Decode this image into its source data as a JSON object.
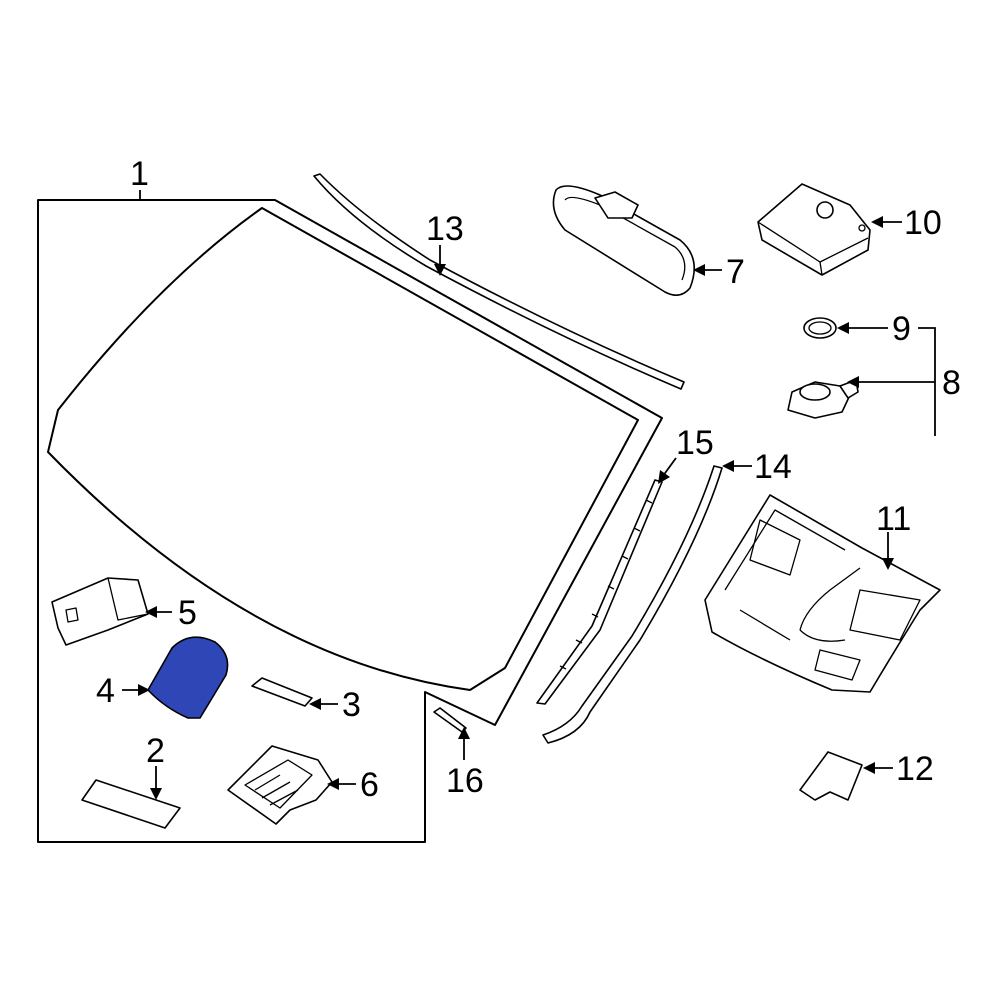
{
  "diagram": {
    "highlight_color": "#2f46b6",
    "highlighted_part": "4",
    "callouts": [
      {
        "id": "c1",
        "label": "1"
      },
      {
        "id": "c2",
        "label": "2"
      },
      {
        "id": "c3",
        "label": "3"
      },
      {
        "id": "c4",
        "label": "4"
      },
      {
        "id": "c5",
        "label": "5"
      },
      {
        "id": "c6",
        "label": "6"
      },
      {
        "id": "c7",
        "label": "7"
      },
      {
        "id": "c8",
        "label": "8"
      },
      {
        "id": "c9",
        "label": "9"
      },
      {
        "id": "c10",
        "label": "10"
      },
      {
        "id": "c11",
        "label": "11"
      },
      {
        "id": "c12",
        "label": "12"
      },
      {
        "id": "c13",
        "label": "13"
      },
      {
        "id": "c14",
        "label": "14"
      },
      {
        "id": "c15",
        "label": "15"
      },
      {
        "id": "c16",
        "label": "16"
      }
    ]
  }
}
